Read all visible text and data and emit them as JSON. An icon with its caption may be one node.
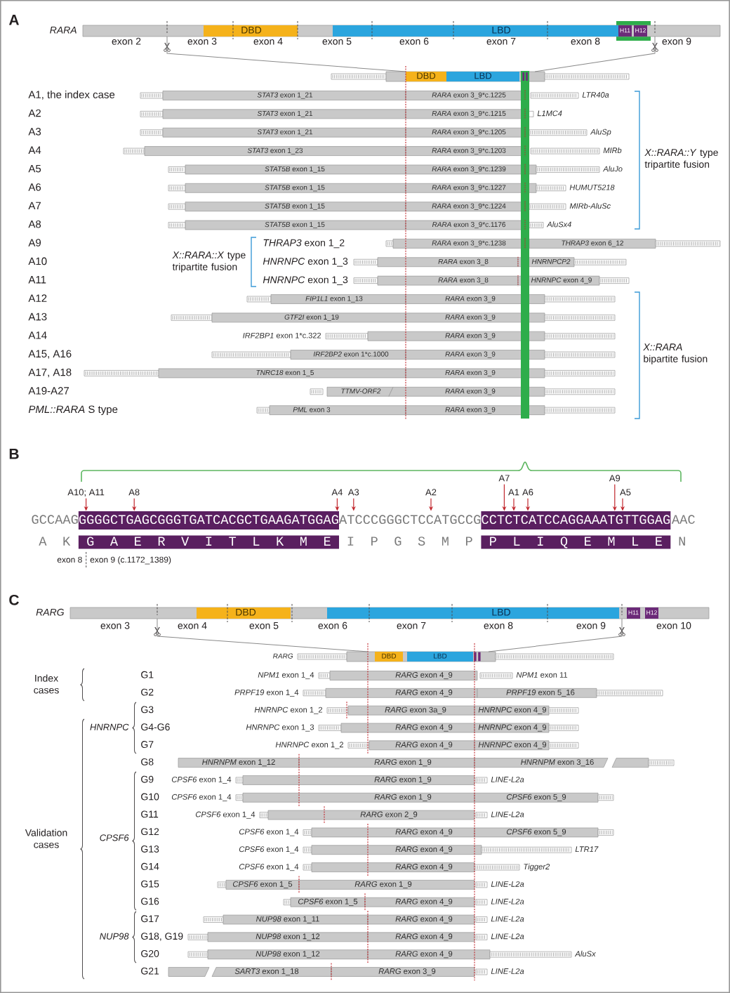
{
  "diagram": {
    "nodes": [
      {
        "text": [
          "RARA"
        ]
      },
      {
        "text": [
          "DBD"
        ],
        "in": 0
      },
      {
        "text": [
          "LBD"
        ],
        "in": 0
      },
      {
        "text": [
          "H11"
        ],
        "in": 0
      },
      {
        "text": [
          "H12"
        ],
        "in": 0
      },
      {
        "text": [],
        "shape": "box"
      },
      {
        "text": [],
        "shape": "bar"
      },
      {
        "text": [
          "DBD"
        ],
        "in": 6
      },
      {
        "text": [
          "LBD"
        ],
        "in": 6
      },
      {
        "text": [],
        "shape": "box"
      },
      {
        "text": [],
        "shape": "box"
      },
      {
        "text": [
          "*STAT3* exon 1_21"
        ]
      },
      {
        "text": [
          "*RARA* exon 3_9*c.1225"
        ]
      },
      {
        "text": [
          "LTR40a"
        ]
      },
      {
        "text": [],
        "shape": "box"
      },
      {
        "text": [
          "*STAT3* exon 1_21"
        ]
      },
      {
        "text": [
          "*RARA* exon 3_9*c.1215"
        ]
      },
      {
        "text": [
          "L1MC4"
        ]
      },
      {
        "text": [],
        "shape": "box"
      },
      {
        "text": [
          "*STAT3* exon 1_21"
        ]
      },
      {
        "text": [
          "*RARA* exon 3_9*c.1205"
        ]
      },
      {
        "text": [
          "AluSp"
        ]
      },
      {
        "text": [],
        "shape": "box"
      },
      {
        "text": [
          "*STAT3* exon 1_23"
        ]
      },
      {
        "text": [
          "*RARA* exon 3_9*c.1203"
        ]
      },
      {
        "text": [
          "MIRb"
        ]
      },
      {
        "text": [],
        "shape": "box"
      },
      {
        "text": [
          "*STAT5B* exon 1_15"
        ]
      },
      {
        "text": [
          "*RARA* exon 3_9*c.1239"
        ]
      },
      {
        "text": [
          "AluJo"
        ]
      },
      {
        "text": [],
        "shape": "box"
      },
      {
        "text": [
          "*STAT5B* exon 1_15"
        ]
      },
      {
        "text": [
          "*RARA* exon 3_9*c.1227"
        ]
      },
      {
        "text": [
          "HUMUT5218"
        ]
      },
      {
        "text": [],
        "shape": "box"
      },
      {
        "text": [
          "*STAT5B* exon 1_15"
        ]
      },
      {
        "text": [
          "*RARA* exon 3_9*c.1224"
        ]
      },
      {
        "text": [
          "MIRb-AluSc"
        ]
      },
      {
        "text": [],
        "shape": "box"
      },
      {
        "text": [
          "*STAT5B* exon 1_15"
        ]
      },
      {
        "text": [
          "*RARA* exon 3_9*c.1176"
        ]
      },
      {
        "text": [
          "AluSx4"
        ]
      },
      {
        "text": [],
        "shape": "box"
      },
      {
        "text": [
          "*RARA* exon 3_9*c.1238"
        ]
      },
      {
        "text": [
          "*THRAP3* exon 6_12"
        ]
      },
      {
        "text": [],
        "shape": "box"
      },
      {
        "text": [
          "*HNRNPC* exon 1_3"
        ]
      },
      {
        "text": [
          "*RARA* exon 3_8"
        ]
      },
      {
        "text": [
          "HNRNPCP2"
        ]
      },
      {
        "text": [],
        "shape": "box"
      },
      {
        "text": [
          "*HNRNPC* exon 1_3"
        ]
      },
      {
        "text": [
          "*RARA* exon 3_8"
        ]
      },
      {
        "text": [
          "*HNRNPC* exon 4_9"
        ]
      },
      {
        "text": [],
        "shape": "box"
      },
      {
        "text": [],
        "shape": "box"
      },
      {
        "text": [
          "*FIP1L1* exon 1_13"
        ]
      },
      {
        "text": [
          "*RARA* exon 3_9"
        ]
      },
      {
        "text": [],
        "shape": "box"
      },
      {
        "text": [],
        "shape": "box"
      },
      {
        "text": [
          "*GTF2I* exon 1_19"
        ]
      },
      {
        "text": [
          "*RARA* exon 3_9"
        ]
      },
      {
        "text": [],
        "shape": "box"
      },
      {
        "text": [
          "*IRF2BP1* exon 1*c.322"
        ]
      },
      {
        "text": [
          "*RARA* exon 3_9"
        ]
      },
      {
        "text": [],
        "shape": "box"
      },
      {
        "text": [],
        "shape": "box"
      },
      {
        "text": [
          "*IRF2BP2* exon 1*c.1000"
        ]
      },
      {
        "text": [
          "*RARA* exon 3_9"
        ]
      },
      {
        "text": [],
        "shape": "box"
      },
      {
        "text": [],
        "shape": "box"
      },
      {
        "text": [
          "*TNRC18* exon 1_5"
        ]
      },
      {
        "text": [
          "*RARA* exon 3_9"
        ]
      },
      {
        "text": [],
        "shape": "box"
      },
      {
        "text": [],
        "shape": "box"
      },
      {
        "text": [
          "TTMV-ORF2"
        ]
      },
      {
        "text": [
          "*RARA* exon 3_9"
        ]
      },
      {
        "text": [],
        "shape": "box"
      },
      {
        "text": [],
        "shape": "box"
      },
      {
        "text": [
          "*PML* exon 3"
        ]
      },
      {
        "text": [
          "*RARA* exon 3_9"
        ]
      },
      {
        "text": [],
        "shape": "box"
      },
      {
        "text": [
          "A7"
        ]
      },
      {
        "text": [
          "A9"
        ]
      },
      {
        "text": [
          "A10; A11"
        ]
      },
      {
        "text": [
          "A8"
        ]
      },
      {
        "text": [
          "A4"
        ]
      },
      {
        "text": [
          "A3"
        ]
      },
      {
        "text": [
          "A2"
        ]
      },
      {
        "text": [
          "A1"
        ]
      },
      {
        "text": [
          "A6"
        ]
      },
      {
        "text": [
          "A5"
        ]
      },
      {
        "text": [
          "GGGGCTGAGCGGGTGATCACGCTGAAGATGGAG"
        ]
      },
      {
        "text": [
          "ATCCCGGGCTCCATGCCG"
        ]
      },
      {
        "text": [
          "CCTCTCATCCAGGAAATGTTGGAG"
        ]
      },
      {
        "text": [
          "G A E R V I T L K M E"
        ]
      },
      {
        "text": [
          "P L I Q E M L E"
        ]
      },
      {
        "text": [
          "RARG"
        ]
      },
      {
        "text": [
          "DBD"
        ],
        "in": 96
      },
      {
        "text": [
          "LBD"
        ],
        "in": 96
      },
      {
        "text": [
          "H11"
        ],
        "in": 96
      },
      {
        "text": [
          "H12"
        ],
        "in": 96
      },
      {
        "text": [
          "RARG"
        ]
      },
      {
        "text": [],
        "shape": "bar"
      },
      {
        "text": [
          "DBD"
        ],
        "in": 102
      },
      {
        "text": [
          "LBD"
        ],
        "in": 102
      },
      {
        "text": [],
        "shape": "box"
      },
      {
        "text": [
          "*NPM1* exon 1_4"
        ]
      },
      {
        "text": [
          "*RARG* exon 4_9"
        ]
      },
      {
        "text": [
          "*NPM1* exon 11"
        ]
      },
      {
        "text": [
          "*PRPF19* exon 1_4"
        ]
      },
      {
        "text": [
          "*RARG* exon 4_9"
        ]
      },
      {
        "text": [
          "*PRPF19* exon 5_16"
        ]
      },
      {
        "text": [],
        "shape": "box"
      },
      {
        "text": [
          "*HNRNPC* exon 1_2"
        ]
      },
      {
        "text": [
          "*RARG* exon 3a_9"
        ]
      },
      {
        "text": [
          "*HNRNPC* exon 4_9"
        ]
      },
      {
        "text": [],
        "shape": "box"
      },
      {
        "text": [
          "*HNRNPC* exon 1_3"
        ]
      },
      {
        "text": [
          "*RARG* exon 4_9"
        ]
      },
      {
        "text": [
          "*HNRNPC* exon 4_9"
        ]
      },
      {
        "text": [],
        "shape": "box"
      },
      {
        "text": [
          "*HNRNPC* exon 1_2"
        ]
      },
      {
        "text": [
          "*RARG* exon 4_9"
        ]
      },
      {
        "text": [
          "*HNRNPC* exon 4_9"
        ]
      },
      {
        "text": [],
        "shape": "box"
      },
      {
        "text": [
          "*HNRNPM* exon 1_12"
        ]
      },
      {
        "text": [
          "*RARG* exon 1_9"
        ]
      },
      {
        "text": [
          "*HNRNPM* exon 3_16"
        ]
      },
      {
        "text": [],
        "shape": "box"
      },
      {
        "text": [],
        "shape": "box"
      },
      {
        "text": [
          "*CPSF6* exon 1_4"
        ]
      },
      {
        "text": [
          "*RARG* exon 1_9"
        ]
      },
      {
        "text": [
          "LINE-L2a"
        ]
      },
      {
        "text": [
          "*CPSF6* exon 1_4"
        ]
      },
      {
        "text": [
          "*RARG* exon 1_9"
        ]
      },
      {
        "text": [
          "*CPSF6* exon 5_9"
        ]
      },
      {
        "text": [],
        "shape": "box"
      },
      {
        "text": [
          "*CPSF6* exon 1_4"
        ]
      },
      {
        "text": [
          "*RARG* exon 2_9"
        ]
      },
      {
        "text": [
          "LINE-L2a"
        ]
      },
      {
        "text": [
          "*CPSF6* exon 1_4"
        ]
      },
      {
        "text": [
          "*RARG* exon 4_9"
        ]
      },
      {
        "text": [
          "*CPSF6* exon 5_9"
        ]
      },
      {
        "text": [],
        "shape": "box"
      },
      {
        "text": [
          "*CPSF6* exon 1_4"
        ]
      },
      {
        "text": [
          "*RARG* exon 4_9"
        ]
      },
      {
        "text": [
          "LTR17"
        ]
      },
      {
        "text": [
          "*CPSF6* exon 1_4"
        ]
      },
      {
        "text": [
          "*RARG* exon 4_9"
        ]
      },
      {
        "text": [
          "Tigger2"
        ]
      },
      {
        "text": [],
        "shape": "box"
      },
      {
        "text": [
          "*CPSF6* exon 1_5"
        ]
      },
      {
        "text": [
          "*RARG* exon 1_9"
        ]
      },
      {
        "text": [
          "LINE-L2a"
        ]
      },
      {
        "text": [],
        "shape": "box"
      },
      {
        "text": [
          "*CPSF6* exon 1_5"
        ]
      },
      {
        "text": [
          "*RARG* exon 4_9"
        ]
      },
      {
        "text": [
          "LINE-L2a"
        ]
      },
      {
        "text": [],
        "shape": "box"
      },
      {
        "text": [
          "*NUP98* exon 1_11"
        ]
      },
      {
        "text": [
          "*RARG* exon 4_9"
        ]
      },
      {
        "text": [
          "LINE-L2a"
        ]
      },
      {
        "text": [],
        "shape": "box"
      },
      {
        "text": [
          "*NUP98* exon 1_12"
        ]
      },
      {
        "text": [
          "*RARG* exon 4_9"
        ]
      },
      {
        "text": [
          "LINE-L2a"
        ]
      },
      {
        "text": [],
        "shape": "box"
      },
      {
        "text": [
          "*NUP98* exon 1_12"
        ]
      },
      {
        "text": [
          "*RARG* exon 4_9"
        ]
      },
      {
        "text": [
          "AluSx"
        ]
      },
      {
        "text": [],
        "shape": "box"
      },
      {
        "text": [
          "*SART3* exon 1_18"
        ]
      },
      {
        "text": [
          "*RARG* exon 3_9"
        ]
      },
      {
        "text": [
          "LINE-L2a"
        ]
      }
    ],
    "edges": [
      {
        "from": 0,
        "to": 6,
        "arrow": "none",
        "color": "#8a8a8a"
      },
      {
        "from": 0,
        "to": 6,
        "arrow": "none",
        "color": "#8a8a8a"
      },
      {
        "from": 83,
        "to": 91,
        "arrow": "to"
      },
      {
        "from": 84,
        "to": 91,
        "arrow": "to"
      },
      {
        "from": 85,
        "to": 91,
        "arrow": "to"
      },
      {
        "from": 86,
        "to": 92,
        "arrow": "to"
      },
      {
        "from": 87,
        "to": 92,
        "arrow": "to"
      },
      {
        "from": 81,
        "to": 93,
        "arrow": "to"
      },
      {
        "from": 88,
        "to": 93,
        "arrow": "to"
      },
      {
        "from": 89,
        "to": 93,
        "arrow": "to"
      },
      {
        "from": 82,
        "to": 93,
        "arrow": "to"
      },
      {
        "from": 90,
        "to": 93,
        "arrow": "to"
      },
      {
        "from": 96,
        "to": 102,
        "arrow": "none",
        "color": "#8a8a8a"
      },
      {
        "from": 96,
        "to": 102,
        "arrow": "none",
        "color": "#8a8a8a"
      }
    ],
    "labels": [
      "A",
      "exon 2",
      "exon 3",
      "exon 4",
      "exon 5",
      "exon 6",
      "exon 7",
      "exon 8",
      "exon 9",
      "A1, the index case",
      "A2",
      "A3",
      "A4",
      "*X::RARA::Y* type tripartite fusion",
      "A5",
      "A6",
      "A7",
      "A8",
      "A9",
      "*THRAP3* exon 1_2",
      "*X::RARA::X* type tripartite fusion",
      "A10",
      "A11",
      "A12",
      "A13",
      "A14",
      "A15, A16",
      "*X::RARA* bipartite fusion",
      "A17, A18",
      "A19-A27",
      "*PML::RARA* S type",
      "B",
      "GCCAAG",
      "AAC",
      "A K",
      "I P G S M P",
      "N",
      "exon 8",
      "exon 9 (c.1172_1389)",
      "C",
      "exon 3",
      "exon 4",
      "exon 5",
      "exon 6",
      "exon 7",
      "exon 8",
      "exon 9",
      "exon 10",
      "Index cases",
      "G1",
      "G2",
      "G3",
      "HNRNPC",
      "G4-G6",
      "G7",
      "G8",
      "G9",
      "G10",
      "G11",
      "Validation cases",
      "CPSF6",
      "G12",
      "G13",
      "G14",
      "G15",
      "G16",
      "G17",
      "NUP98",
      "G18, G19",
      "G20",
      "G21"
    ]
  }
}
